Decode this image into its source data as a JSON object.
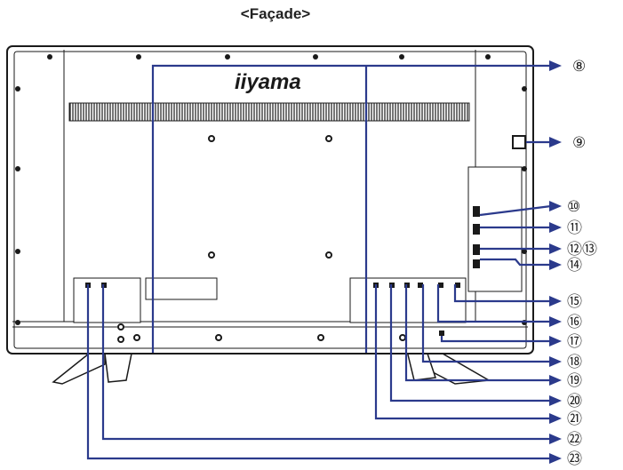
{
  "title": "<Façade>",
  "brand": "iiyama",
  "colors": {
    "leader": "#2b3a8c",
    "outline": "#1a1a1a",
    "text": "#222222"
  },
  "callouts": [
    {
      "label": "⑧"
    },
    {
      "label": "⑨"
    },
    {
      "label": "⑩"
    },
    {
      "label": "⑪"
    },
    {
      "label": "⑫⑬"
    },
    {
      "label": "⑭"
    },
    {
      "label": "⑮"
    },
    {
      "label": "⑯"
    },
    {
      "label": "⑰"
    },
    {
      "label": "⑱"
    },
    {
      "label": "⑲"
    },
    {
      "label": "⑳"
    },
    {
      "label": "㉑"
    },
    {
      "label": "㉒"
    },
    {
      "label": "㉓"
    }
  ]
}
